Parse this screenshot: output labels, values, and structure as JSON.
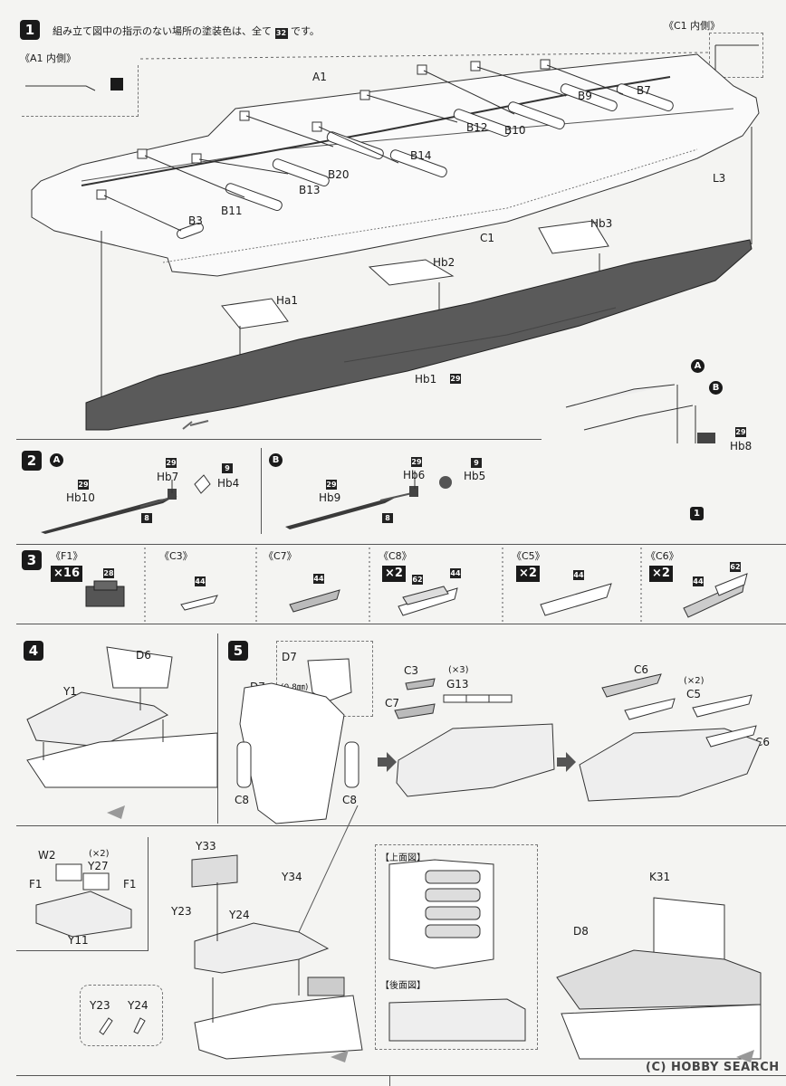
{
  "step1": {
    "num": "1",
    "note_text": "組み立て図中の指示のない場所の塗装色は、全て",
    "note_color": "32",
    "note_end": "です。",
    "inset_a1": "《A1 内側》",
    "inset_c1": "《C1 内側》",
    "parts": {
      "A1": "A1",
      "B7": "B7",
      "B9": "B9",
      "B10": "B10",
      "B12": "B12",
      "B14": "B14",
      "B20": "B20",
      "B13": "B13",
      "B11": "B11",
      "B3": "B3",
      "L3": "L3",
      "C1": "C1",
      "Hb3": "Hb3",
      "Hb2": "Hb2",
      "Ha1": "Ha1",
      "Hb1": "Hb1",
      "Hb1_color": "29",
      "Hb8": "Hb8",
      "Hb8_color": "29",
      "A": "A",
      "B": "B",
      "ref1": "1"
    }
  },
  "step2": {
    "num": "2",
    "A": {
      "marker": "A",
      "Hb10": "Hb10",
      "Hb10_color": "29",
      "Hb7": "Hb7",
      "Hb7_color": "29",
      "Hb4": "Hb4",
      "Hb4_color": "9",
      "shaft_color": "8"
    },
    "B": {
      "marker": "B",
      "Hb9": "Hb9",
      "Hb9_color": "29",
      "Hb6": "Hb6",
      "Hb6_color": "29",
      "Hb5": "Hb5",
      "Hb5_color": "9",
      "shaft_color": "8"
    }
  },
  "step3": {
    "num": "3",
    "items": [
      {
        "label": "《F1》",
        "mult": "×16",
        "color1": "28",
        "color2": ""
      },
      {
        "label": "《C3》",
        "mult": "",
        "color1": "44",
        "color2": ""
      },
      {
        "label": "《C7》",
        "mult": "",
        "color1": "44",
        "color2": ""
      },
      {
        "label": "《C8》",
        "mult": "×2",
        "color1": "62",
        "color2": "44"
      },
      {
        "label": "《C5》",
        "mult": "×2",
        "color1": "44",
        "color2": ""
      },
      {
        "label": "《C6》",
        "mult": "×2",
        "color1": "44",
        "color2": "62"
      }
    ]
  },
  "step4": {
    "num": "4",
    "D6": "D6",
    "Y1": "Y1"
  },
  "step5": {
    "num": "5",
    "D7a": "D7",
    "D7b": "D7",
    "drill": "(0.8㎜)",
    "C8a": "C8",
    "C8b": "C8",
    "C3": "C3",
    "C7": "C7",
    "G13": "G13",
    "G13_mult": "(×3)",
    "C6a": "C6",
    "C6b": "C6",
    "C5": "C5",
    "C5_mult": "(×2)"
  },
  "step6": {
    "W2": "W2",
    "Y27": "Y27",
    "Y27_mult": "(×2)",
    "F1a": "F1",
    "F1b": "F1",
    "Y11": "Y11",
    "Y33": "Y33",
    "Y34": "Y34",
    "Y23": "Y23",
    "Y24": "Y24",
    "Y23b": "Y23",
    "Y24b": "Y24",
    "top_view": "【上面図】",
    "rear_view": "【後面図】",
    "K31": "K31",
    "D8": "D8"
  },
  "watermark": "(C) HOBBY SEARCH",
  "colors": {
    "hull_dark": "#5a5a5a",
    "ink": "#1a1a1a",
    "paper": "#f4f4f2"
  }
}
